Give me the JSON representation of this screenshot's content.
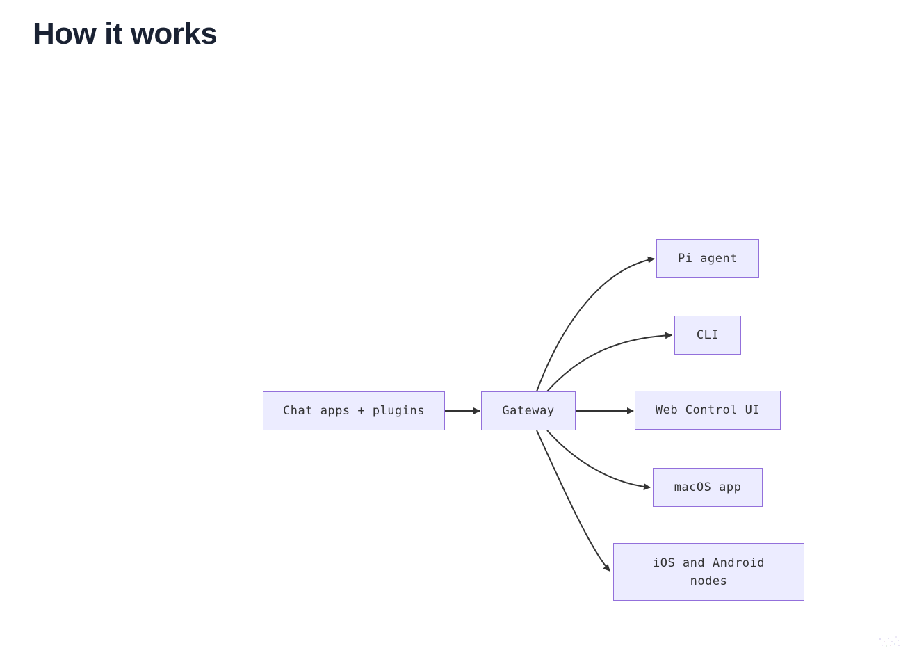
{
  "page": {
    "title": "How it works"
  },
  "colors": {
    "title_text": "#1a2233",
    "node_fill": "#ececff",
    "node_border": "#9370db",
    "node_text": "#333333",
    "edge_stroke": "#333333",
    "background": "#ffffff"
  },
  "diagram": {
    "type": "flowchart",
    "direction": "left-to-right",
    "nodes": [
      {
        "id": "chat-apps",
        "label": "Chat apps + plugins"
      },
      {
        "id": "gateway",
        "label": "Gateway"
      },
      {
        "id": "pi-agent",
        "label": "Pi agent"
      },
      {
        "id": "cli",
        "label": "CLI"
      },
      {
        "id": "web-control-ui",
        "label": "Web Control UI"
      },
      {
        "id": "macos-app",
        "label": "macOS app"
      },
      {
        "id": "ios-android-nodes",
        "label": "iOS and Android\nnodes"
      }
    ],
    "edges": [
      {
        "from": "chat-apps",
        "to": "gateway"
      },
      {
        "from": "gateway",
        "to": "pi-agent"
      },
      {
        "from": "gateway",
        "to": "cli"
      },
      {
        "from": "gateway",
        "to": "web-control-ui"
      },
      {
        "from": "gateway",
        "to": "macos-app"
      },
      {
        "from": "gateway",
        "to": "ios-android-nodes"
      }
    ]
  }
}
